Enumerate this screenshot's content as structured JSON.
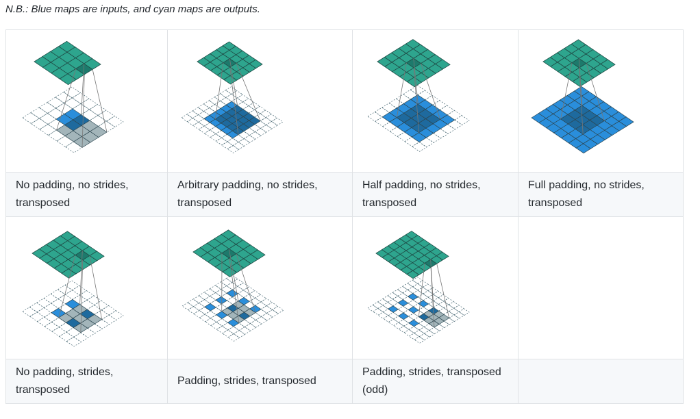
{
  "note": "N.B.: Blue maps are inputs, and cyan maps are outputs.",
  "rows": [
    {
      "captions": [
        "No padding, no strides, transposed",
        "Arbitrary padding, no strides, transposed",
        "Half padding, no strides, transposed",
        "Full padding, no strides, transposed"
      ]
    },
    {
      "captions": [
        "No padding, strides, transposed",
        "Padding, strides, transposed",
        "Padding, strides, transposed (odd)",
        ""
      ]
    }
  ],
  "colors": {
    "output": "#2ea58e",
    "output_dark": "#1d7a6c",
    "input": "#2a8edb",
    "input_dark": "#1e6a9e",
    "kernel": "#a3b5ba",
    "dash": "#4f6d78"
  }
}
